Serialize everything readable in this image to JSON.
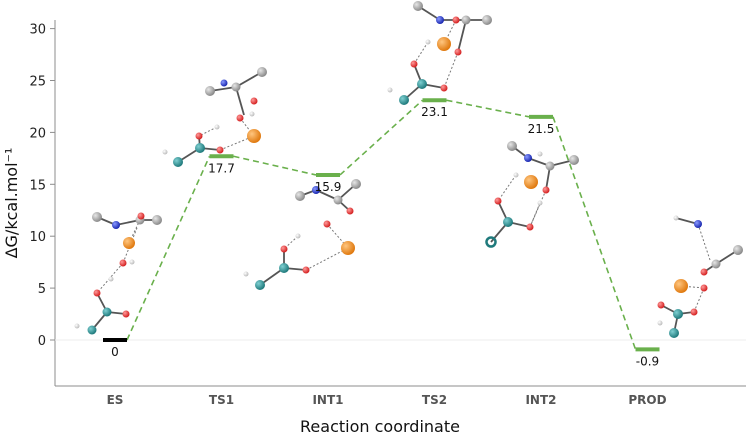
{
  "chart_data": {
    "type": "line",
    "title": "",
    "xlabel": "Reaction coordinate",
    "ylabel": "ΔG/kcal.mol⁻¹",
    "ylim": [
      -4.5,
      31
    ],
    "yticks": [
      0,
      5,
      10,
      15,
      20,
      25,
      30
    ],
    "categories": [
      "ES",
      "TS1",
      "INT1",
      "TS2",
      "INT2",
      "PROD"
    ],
    "values": [
      0,
      17.7,
      15.9,
      23.1,
      21.5,
      -0.9
    ],
    "value_labels": [
      "0",
      "17.7",
      "15.9",
      "23.1",
      "21.5",
      "-0.9"
    ],
    "grid": false,
    "colors": {
      "level": "#6ab04c",
      "ground_level": "#000000",
      "connector": "#6ab04c",
      "carbon_teal": "#2a8a8c",
      "carbon_gray": "#9a9a9a",
      "oxygen": "#e03030",
      "nitrogen": "#2a3ad0",
      "hydrogen": "#f0f0f0",
      "metal": "#f0922a"
    }
  }
}
